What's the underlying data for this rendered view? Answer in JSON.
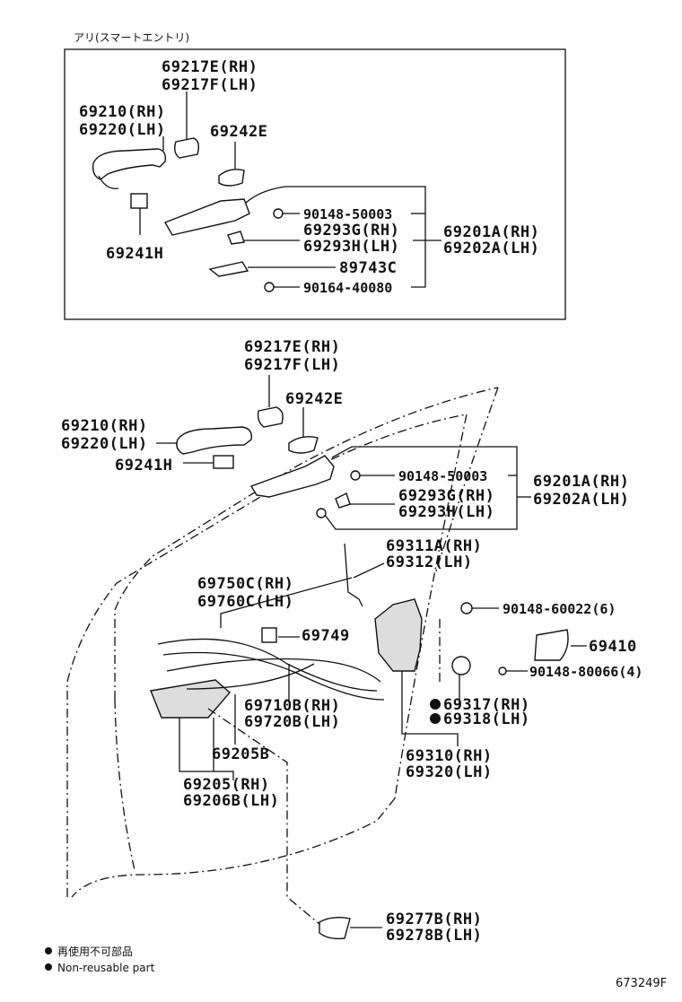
{
  "inset": {
    "title": "アリ(スマートエントリ)",
    "labels": {
      "h1": "69217E(RH)",
      "h2": "69217F(LH)",
      "a1": "69210(RH)",
      "a2": "69220(LH)",
      "b": "69242E",
      "c": "90148-50003",
      "d1": "69293G(RH)",
      "d2": "69293H(LH)",
      "e1": "69201A(RH)",
      "e2": "69202A(LH)",
      "f": "69241H",
      "g": "89743C",
      "i": "90164-40080"
    }
  },
  "main": {
    "labels": {
      "h1": "69217E(RH)",
      "h2": "69217F(LH)",
      "b": "69242E",
      "a1": "69210(RH)",
      "a2": "69220(LH)",
      "f": "69241H",
      "c": "90148-50003",
      "e1": "69201A(RH)",
      "e2": "69202A(LH)",
      "d1": "69293G(RH)",
      "d2": "69293H(LH)",
      "r1": "69311A(RH)",
      "r2": "69312(LH)",
      "k1": "69750C(RH)",
      "k2": "69760C(LH)",
      "s": "90148-60022(6)",
      "m": "69749",
      "n": "69410",
      "o": "90148-80066(4)",
      "p1": "69710B(RH)",
      "p2": "69720B(LH)",
      "q1": "69317(RH)",
      "q2": "69318(LH)",
      "t": "69205B",
      "u1": "69310(RH)",
      "u2": "69320(LH)",
      "v1": "69205(RH)",
      "v2": "69206B(LH)",
      "w1": "69277B(RH)",
      "w2": "69278B(LH)"
    }
  },
  "legend": {
    "jp": "再使用不可部品",
    "en": "Non-reusable part"
  },
  "diagram_id": "673249F"
}
